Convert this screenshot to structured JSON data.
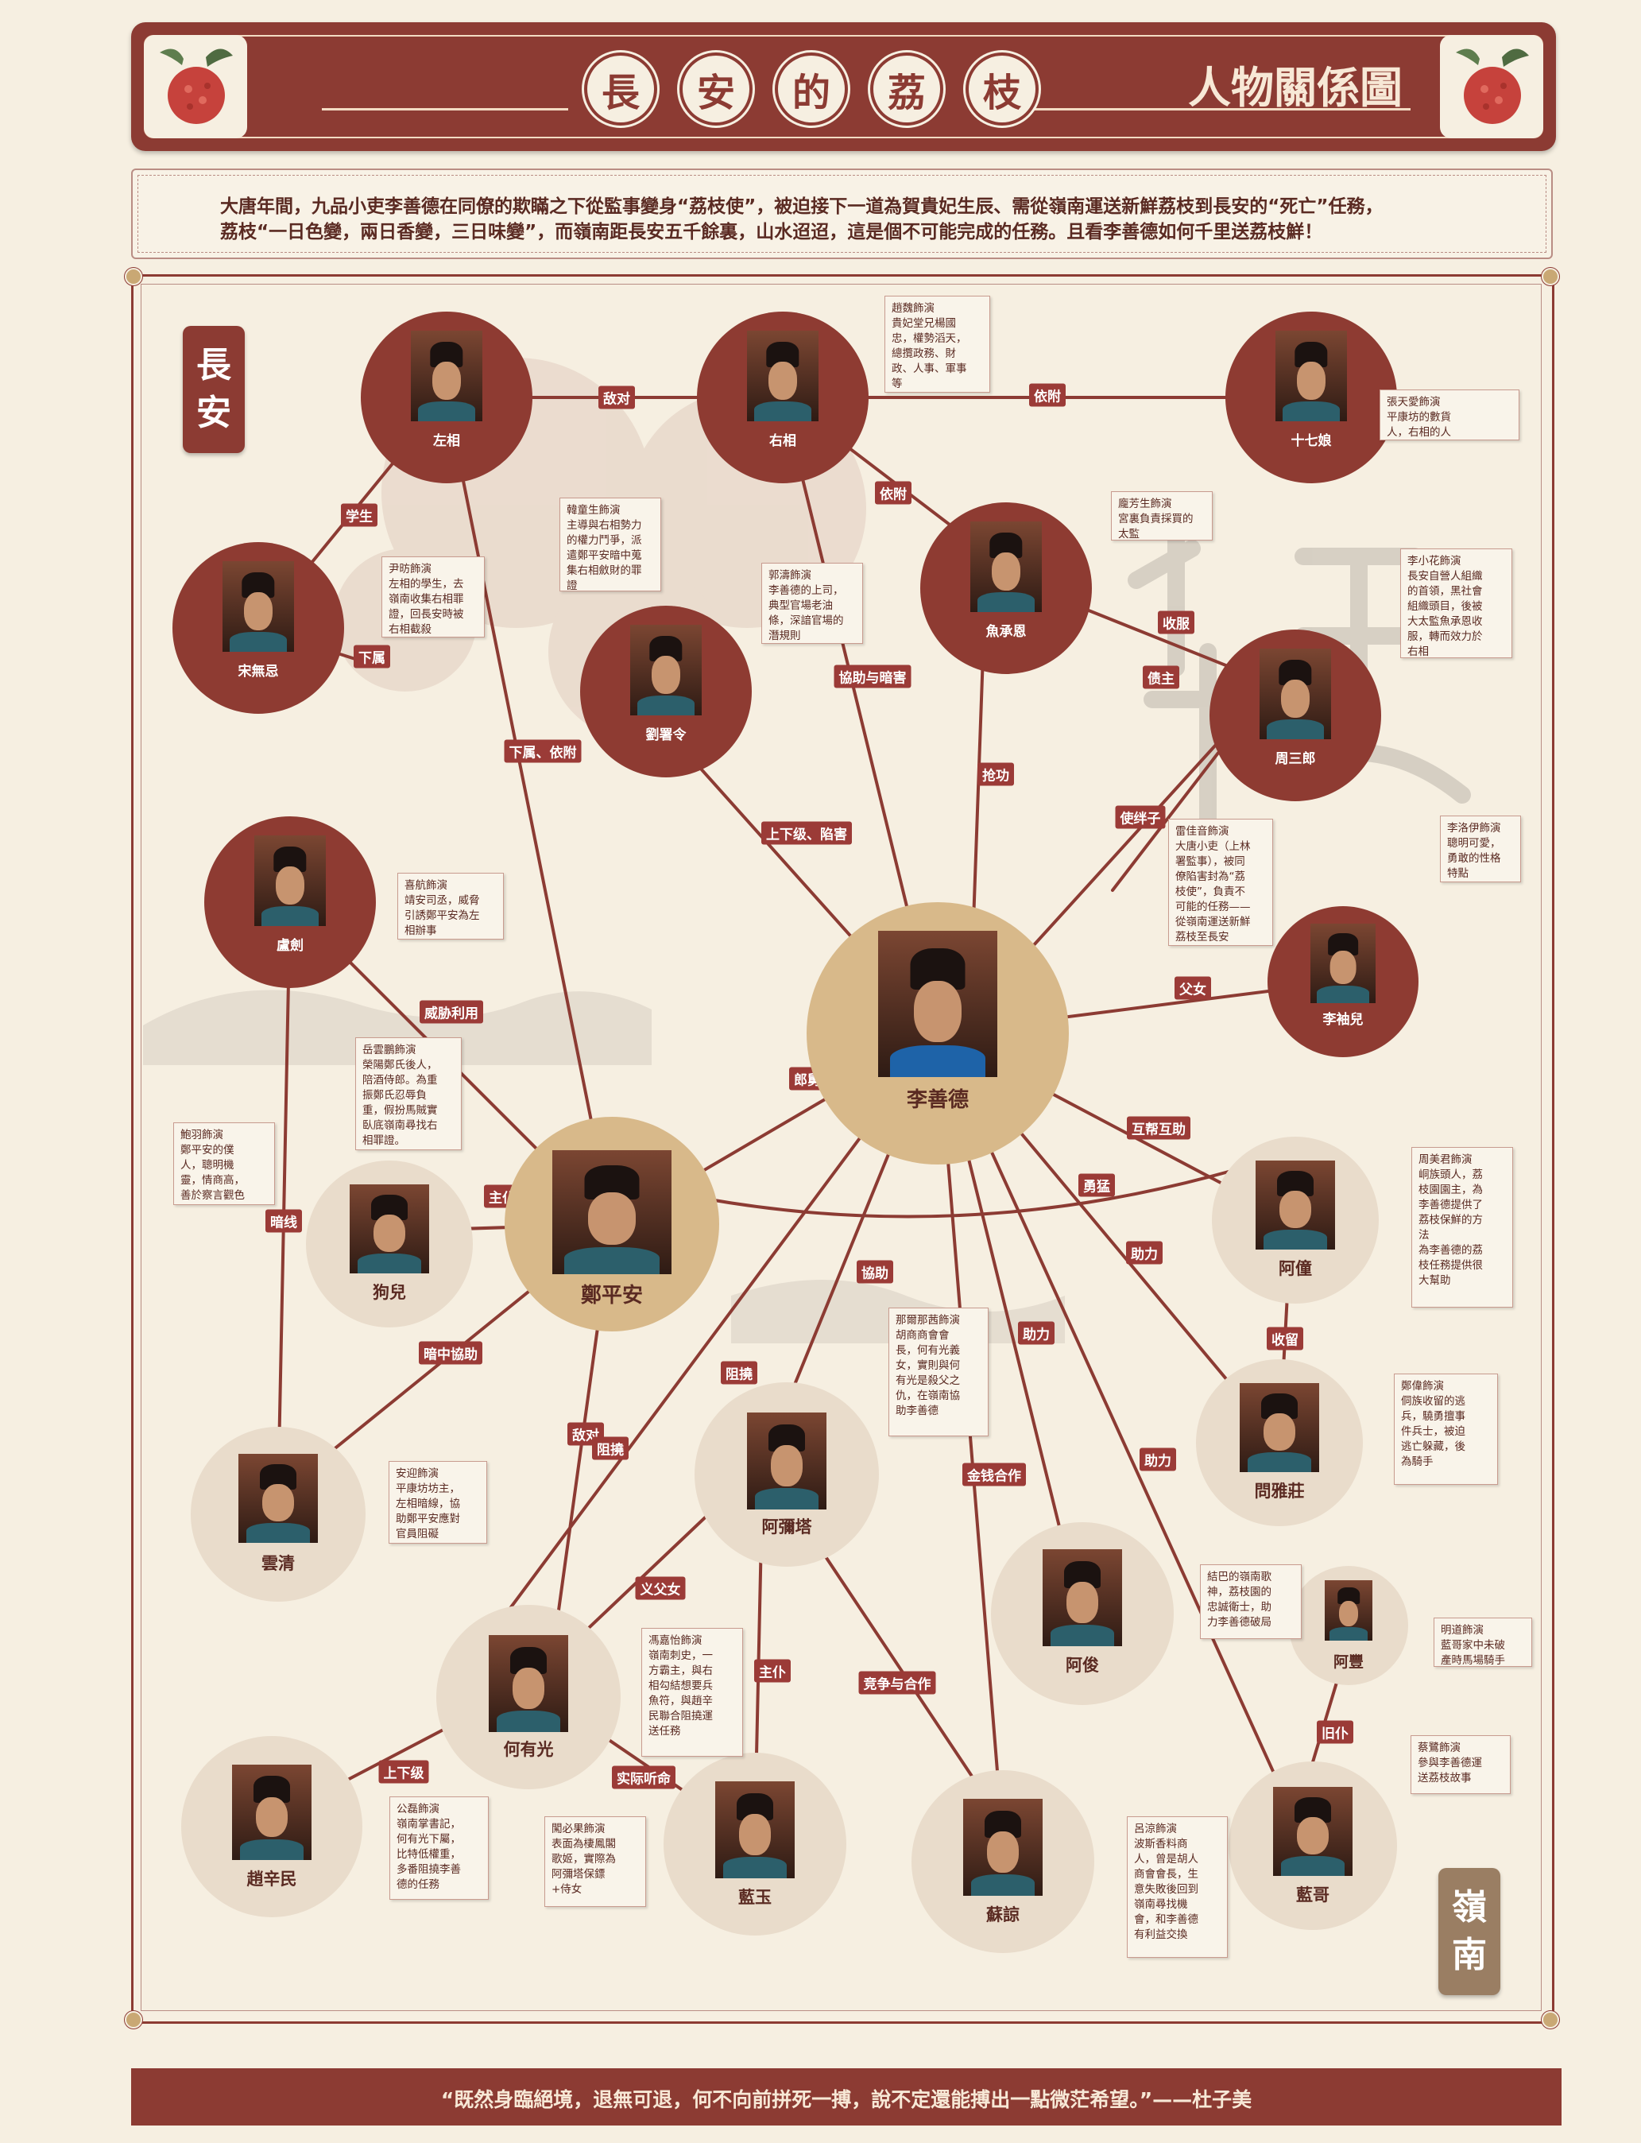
{
  "header": {
    "title_chars": [
      "長",
      "安",
      "的",
      "荔",
      "枝"
    ],
    "subtitle": "人物關係圖"
  },
  "description": [
    "大唐年間，九品小吏李善德在同僚的欺瞞之下從監事變身“荔枝使”，被迫接下一道為賀貴妃生辰、需從嶺南運送新鮮荔枝到長安的“死亡”任務，",
    "荔枝“一日色變，兩日香變，三日味變”，而嶺南距長安五千餘裏，山水迢迢，這是個不可能完成的任務。且看李善德如何千里送荔枝鮮！"
  ],
  "regions": {
    "changan": [
      "長",
      "安"
    ],
    "lingnan": [
      "嶺",
      "南"
    ]
  },
  "colors": {
    "accent": "#8c3b33",
    "label": "#9b3b37",
    "node_red": "#8e3b32",
    "node_beige": "#e9dccb",
    "node_gold": "#d8b98a"
  },
  "characters": {
    "zuoxiang": "左相",
    "youxiang": "右相",
    "shiqiniang": "十七娘",
    "songwuji": "宋無忌",
    "liushuling": "劉署令",
    "yuchengen": "魚承恩",
    "zhousanlang": "周三郎",
    "lushi": "盧劍",
    "lishande": "李善德",
    "lixiuer": "李袖兒",
    "zhengpingan": "鄭平安",
    "gouer": "狗兒",
    "atong": "阿僮",
    "yunqing": "雲清",
    "ayata": "阿彌塔",
    "hyouguang": "何有光",
    "ajun": "阿俊",
    "wenyazhuang": "問雅莊",
    "afeng": "阿豐",
    "zhaoxinmin": "趙辛民",
    "lanyu": "藍玉",
    "suliang": "蘇諒",
    "lange": "藍哥"
  },
  "info": {
    "youxiang": "趙魏飾演\n貴妃堂兄楊國\n忠，權勢滔天，\n總攬政務、財\n政、人事、軍事\n等",
    "shiqiniang": "張天愛飾演\n平康坊的數貨\n人，右相的人",
    "zuoxiang": "韓童生飾演\n主導與右相勢力\n的權力鬥爭，派\n遣鄭平安暗中蒐\n集右相斂財的罪\n證",
    "songwuji": "尹昉飾演\n左相的學生，去\n嶺南收集右相罪\n證，回長安時被\n右相截殺",
    "liushuling": "郭濤飾演\n李善德的上司，\n典型官場老油\n條，深諳官場的\n潛規則",
    "yuchengen": "龐芳生飾演\n宮裏負責採買的\n太監",
    "zhousanlang": "李小花飾演\n長安自營人組織\n的首領，黑社會\n組織頭目，後被\n大太監魚承恩收\n服，轉而效力於\n右相",
    "lishande": "雷佳音飾演\n大唐小吏（上林\n署監事），被同\n僚陷害封為“荔\n枝使”，負責不\n可能的任務——\n從嶺南運送新鮮\n荔枝至長安",
    "lixiuer": "李洛伊飾演\n聰明可愛，\n勇敢的性格\n特點",
    "lushi": "喜航飾演\n靖安司丞，威脅\n引誘鄭平安為左\n相辦事",
    "zhengpingan": "岳雲鵬飾演\n榮陽鄭氏後人，\n陪酒侍郎。為重\n振鄭氏忍辱負\n重，假扮馬賊實\n臥底嶺南尋找右\n相罪證。",
    "gouer": "鮑羽飾演\n鄭平安的僕\n人，聰明機\n靈，情商高，\n善於察言觀色",
    "atong": "周美君飾演\n峒族頭人，荔\n枝園園主，為\n李善德提供了\n荔枝保鮮的方\n法\n為李善德的荔\n枝任務提供很\n大幫助",
    "ayata": "那爾那茜飾演\n胡商商會會\n長，何有光義\n女，實則與何\n有光是殺父之\n仇，在嶺南協\n助李善德",
    "wenyazhuang": "鄭偉飾演\n侗族收留的逃\n兵，驍勇擅事\n件兵士，被迫\n逃亡躲藏，後\n為騎手",
    "yunqing": "安迎飾演\n平康坊坊主，\n左相暗線，協\n助鄭平安應對\n官員阻礙",
    "ajun": "結巴的嶺南歌\n神，荔枝園的\n忠誠衛士，助\n力李善德破局",
    "afeng": "明道飾演\n藍哥家中未破\n產時馬場騎手",
    "hyouguang": "馮嘉怡飾演\n嶺南刺史，一\n方霸主，與右\n相勾結想要兵\n魚符，與趙辛\n民聯合阻撓運\n送任務",
    "lange": "蔡鷺飾演\n參與李善德運\n送荔枝故事",
    "zhaoxinmin": "公磊飾演\n嶺南掌書記，\n何有光下屬，\n比特低權重，\n多番阻撓李善\n德的任務",
    "lanyu": "闖必果飾演\n表面為棲鳳閣\n歌姬，實際為\n阿彌塔保鏢\n+侍女",
    "suliang": "呂涼飾演\n波斯香料商\n人，曾是胡人\n商會會長，生\n意失敗後回到\n嶺南尋找機\n會，和李善德\n有利益交換"
  },
  "relations": {
    "r1": "敌对",
    "r2": "依附",
    "r3": "学生",
    "r4": "依附",
    "r5": "下属",
    "r6": "協助与暗害",
    "r7": "收服",
    "r8": "债主",
    "r9": "抢功",
    "r10": "下属、依附",
    "r11": "上下级、陷害",
    "r12": "使绊子",
    "r13": "父女",
    "r14": "威胁利用",
    "r15": "郎舅",
    "r16": "互帮互助",
    "r17": "主仆",
    "r18": "暗线",
    "r19": "協助",
    "r20": "暗中協助",
    "r21": "助力",
    "r22": "收留",
    "r23": "阻撓",
    "r24": "助力",
    "r25": "敌对",
    "r26": "阻撓",
    "r27": "金钱合作",
    "r28": "助力",
    "r29": "义父女",
    "r30": "主仆",
    "r31": "竞争与合作",
    "r32": "旧仆",
    "r33": "上下级",
    "r34": "实际听命",
    "r35": "勇猛"
  },
  "footer": {
    "quote": "“既然身臨絕境，退無可退，何不向前拼死一搏，說不定還能搏出一點微茫希望。”——杜子美"
  }
}
